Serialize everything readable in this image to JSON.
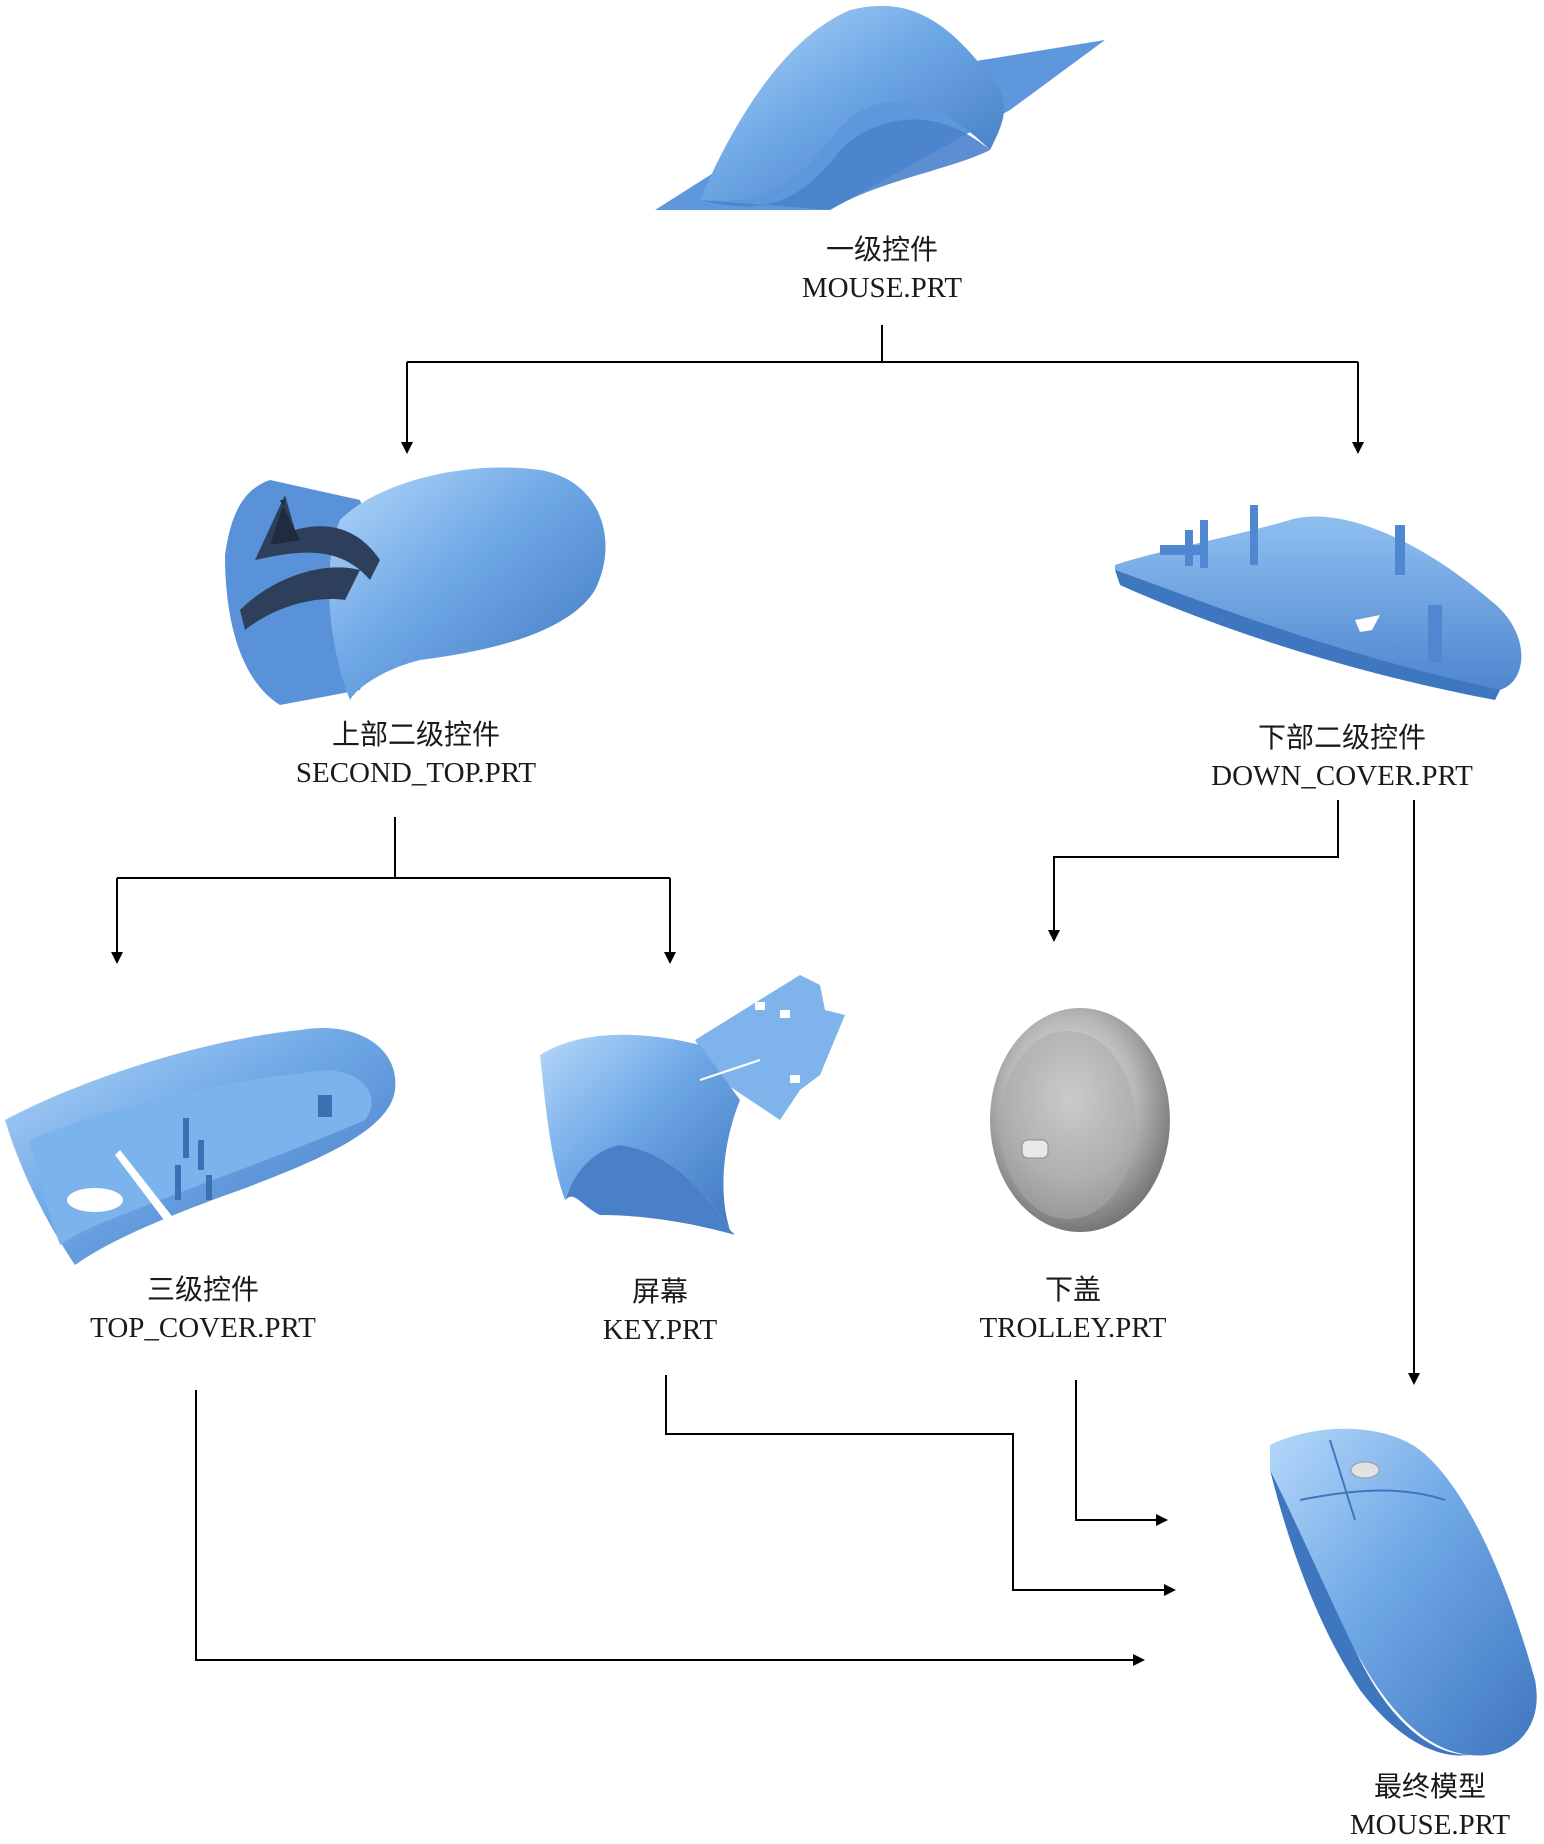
{
  "nodes": {
    "root": {
      "title": "一级控件",
      "file": "MOUSE.PRT"
    },
    "second_top": {
      "title": "上部二级控件",
      "file": "SECOND_TOP.PRT"
    },
    "down_cover": {
      "title": "下部二级控件",
      "file": "DOWN_COVER.PRT"
    },
    "top_cover": {
      "title": "三级控件",
      "file": "TOP_COVER.PRT"
    },
    "key": {
      "title": "屏幕",
      "file": "KEY.PRT"
    },
    "trolley": {
      "title": "下盖",
      "file": "TROLLEY.PRT"
    },
    "final": {
      "title": "最终模型",
      "file": "MOUSE.PRT"
    }
  },
  "colors": {
    "part_blue": "#6fa8e6",
    "part_blue_dark": "#3f76c0",
    "part_blue_light": "#a9d0f7",
    "wheel_gray": "#9a9a9a",
    "wheel_light": "#e6e6e6",
    "line": "#000000"
  }
}
